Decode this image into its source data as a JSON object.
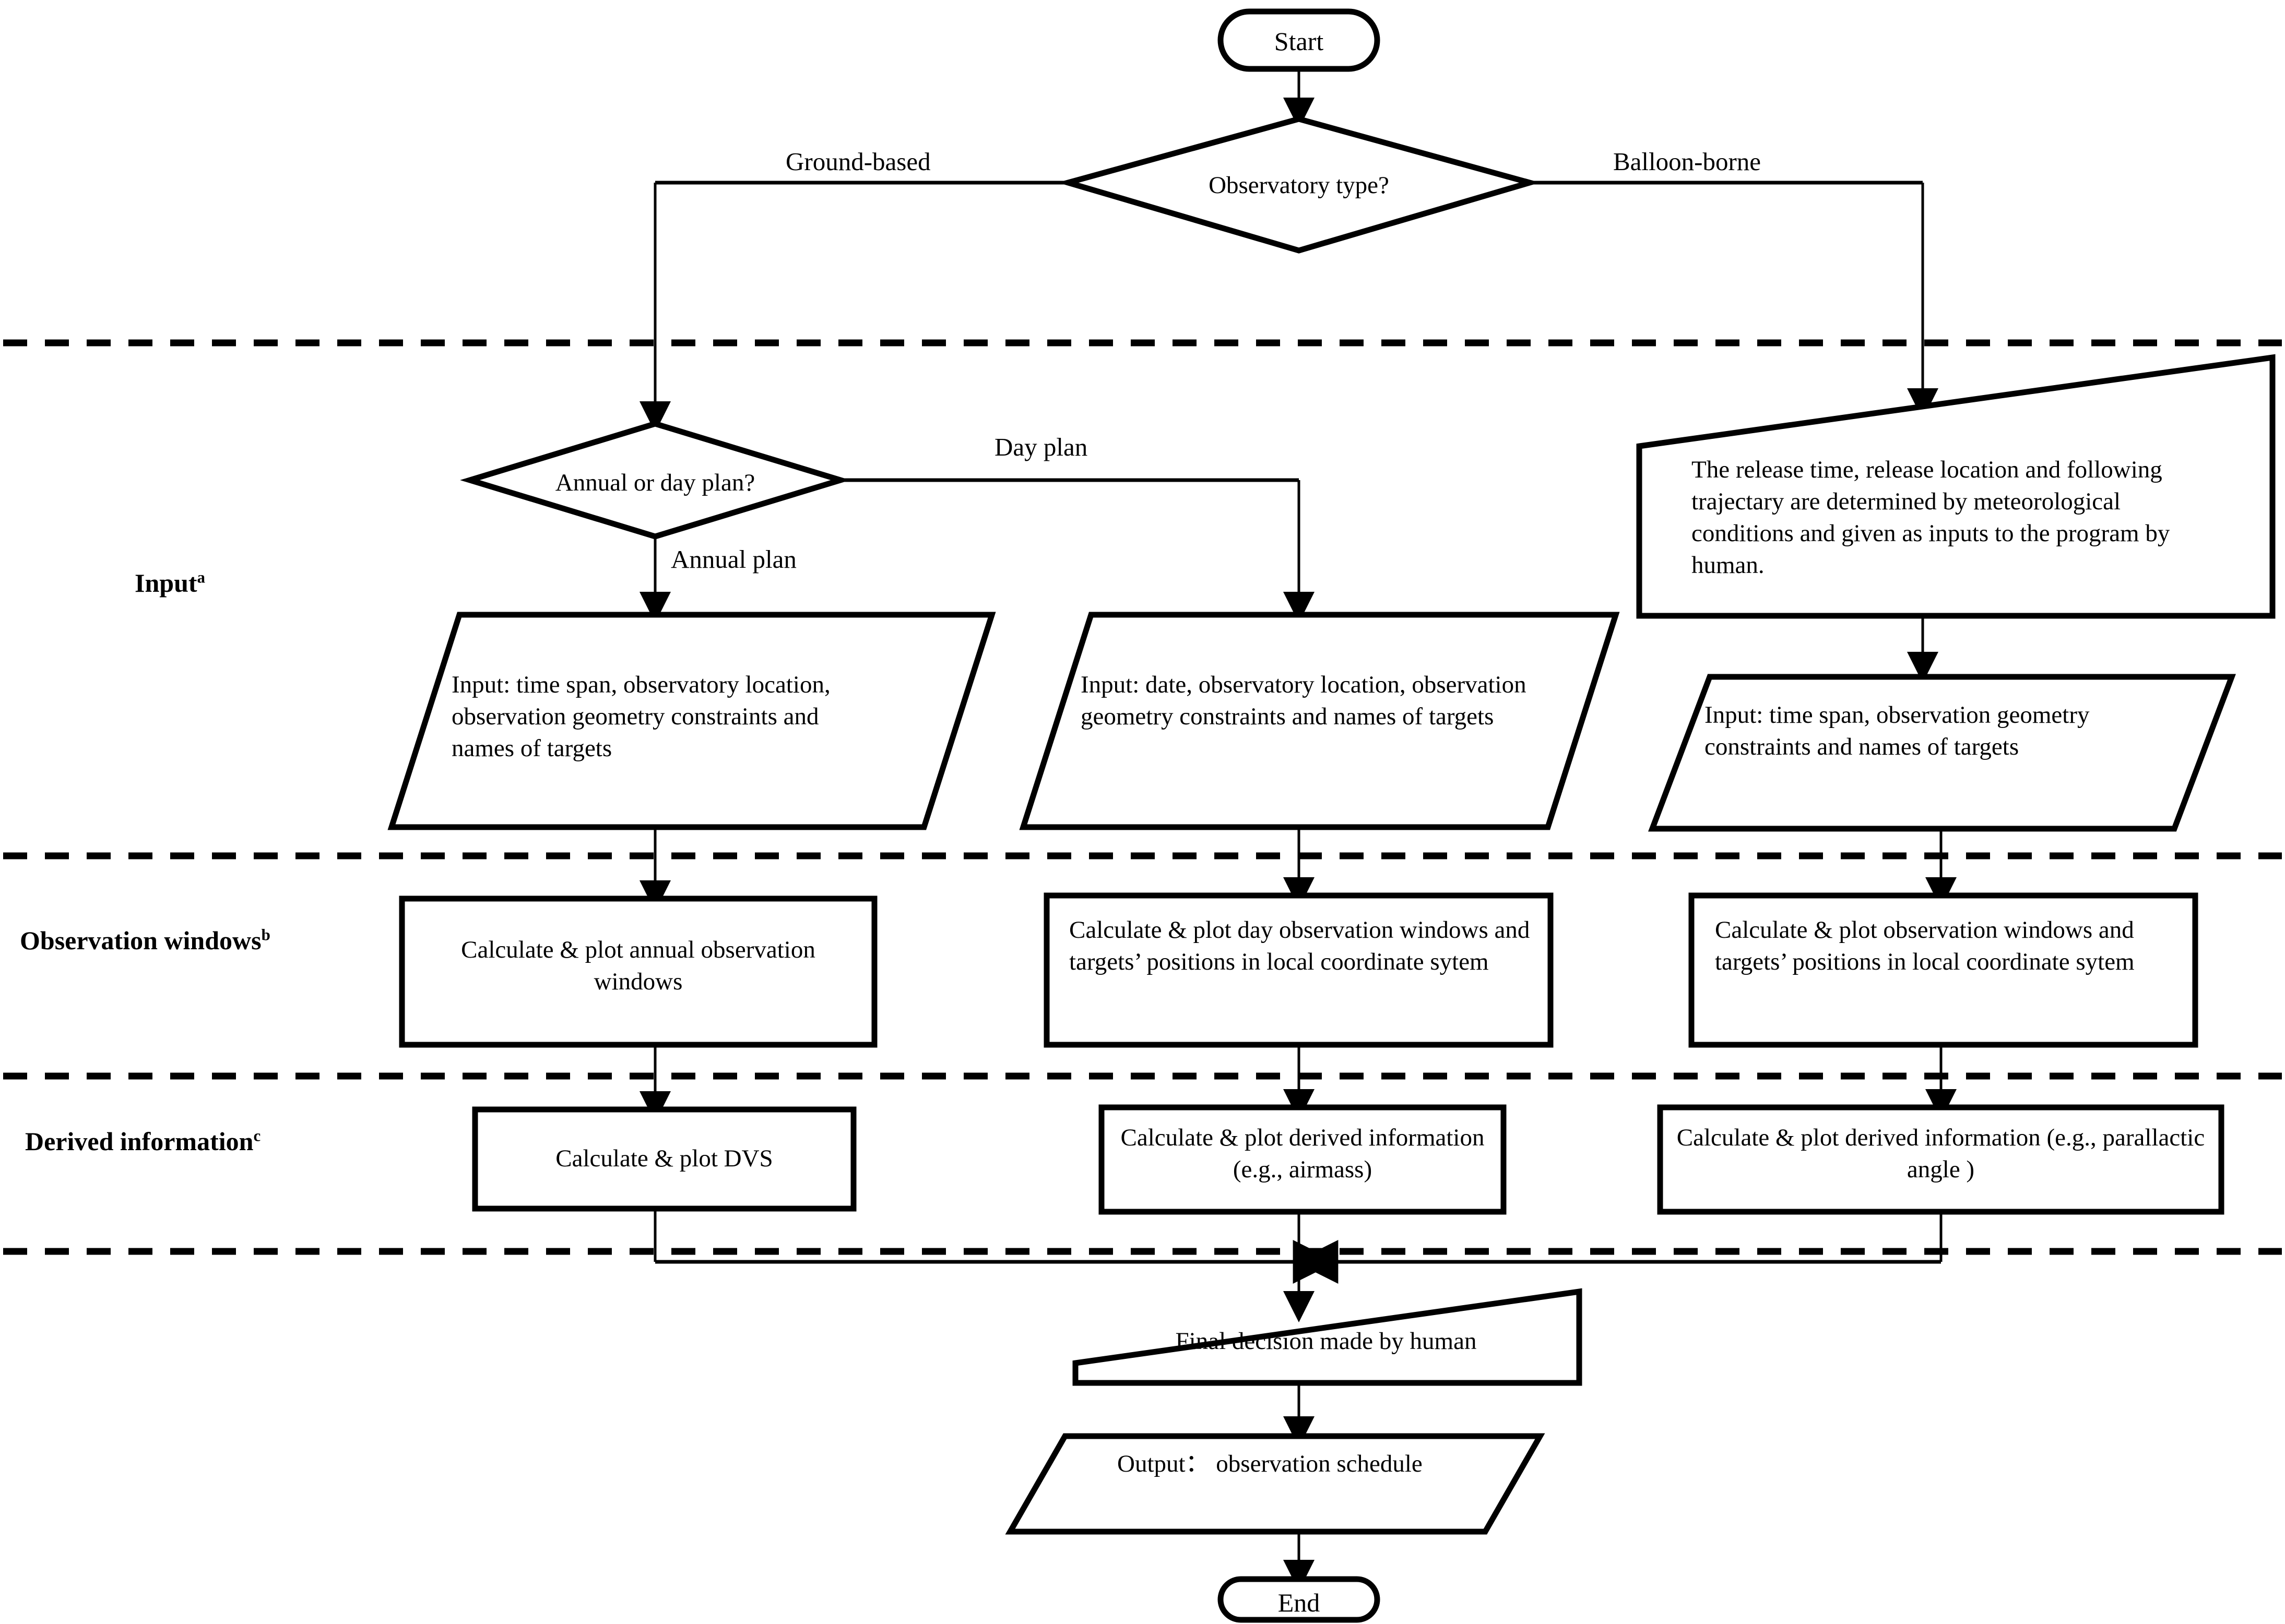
{
  "diagram": {
    "type": "flowchart",
    "title": "Observation planning program flowchart",
    "orientation": "top-down"
  },
  "stage_labels": [
    {
      "text": "Input",
      "superscript": "a"
    },
    {
      "text": "Observation windows",
      "superscript": "b"
    },
    {
      "text": "Derived information",
      "superscript": "c"
    }
  ],
  "terminals": {
    "start": "Start",
    "end": "End"
  },
  "decisions": [
    {
      "id": "observatory-type",
      "text": "Observatory type?"
    },
    {
      "id": "plan-type",
      "text": "Annual or day plan?"
    }
  ],
  "edge_labels": {
    "ground_based": "Ground-based",
    "balloon_borne": "Balloon-borne",
    "day_plan": "Day plan",
    "annual_plan": "Annual plan"
  },
  "nodes": {
    "manual_input_balloon": "The release time, release location and following trajectary  are determined by meteorological conditions and given as inputs to the program by human.",
    "input_annual": "Input: time span, observatory location, observation geometry constraints and names of targets",
    "input_day": "Input: date, observatory location, observation geometry constraints and names of targets",
    "input_balloon": "Input: time span,  observation geometry constraints and names of targets",
    "process_annual_windows": "Calculate & plot annual observation windows",
    "process_day_windows": "Calculate & plot day observation windows and targets’ positions in local coordinate sytem",
    "process_balloon_windows": "Calculate & plot observation windows and targets’ positions in local coordinate sytem",
    "process_dvs": "Calculate & plot DVS",
    "process_derived_airmass": "Calculate & plot derived information (e.g., airmass)",
    "process_derived_parallactic": "Calculate & plot derived information (e.g., parallactic angle )",
    "final_decision": "Final decision made by human",
    "output_schedule": "Output：  observation schedule"
  },
  "colors": {
    "stroke": "#000000",
    "fill": "#ffffff",
    "background": "#ffffff"
  }
}
